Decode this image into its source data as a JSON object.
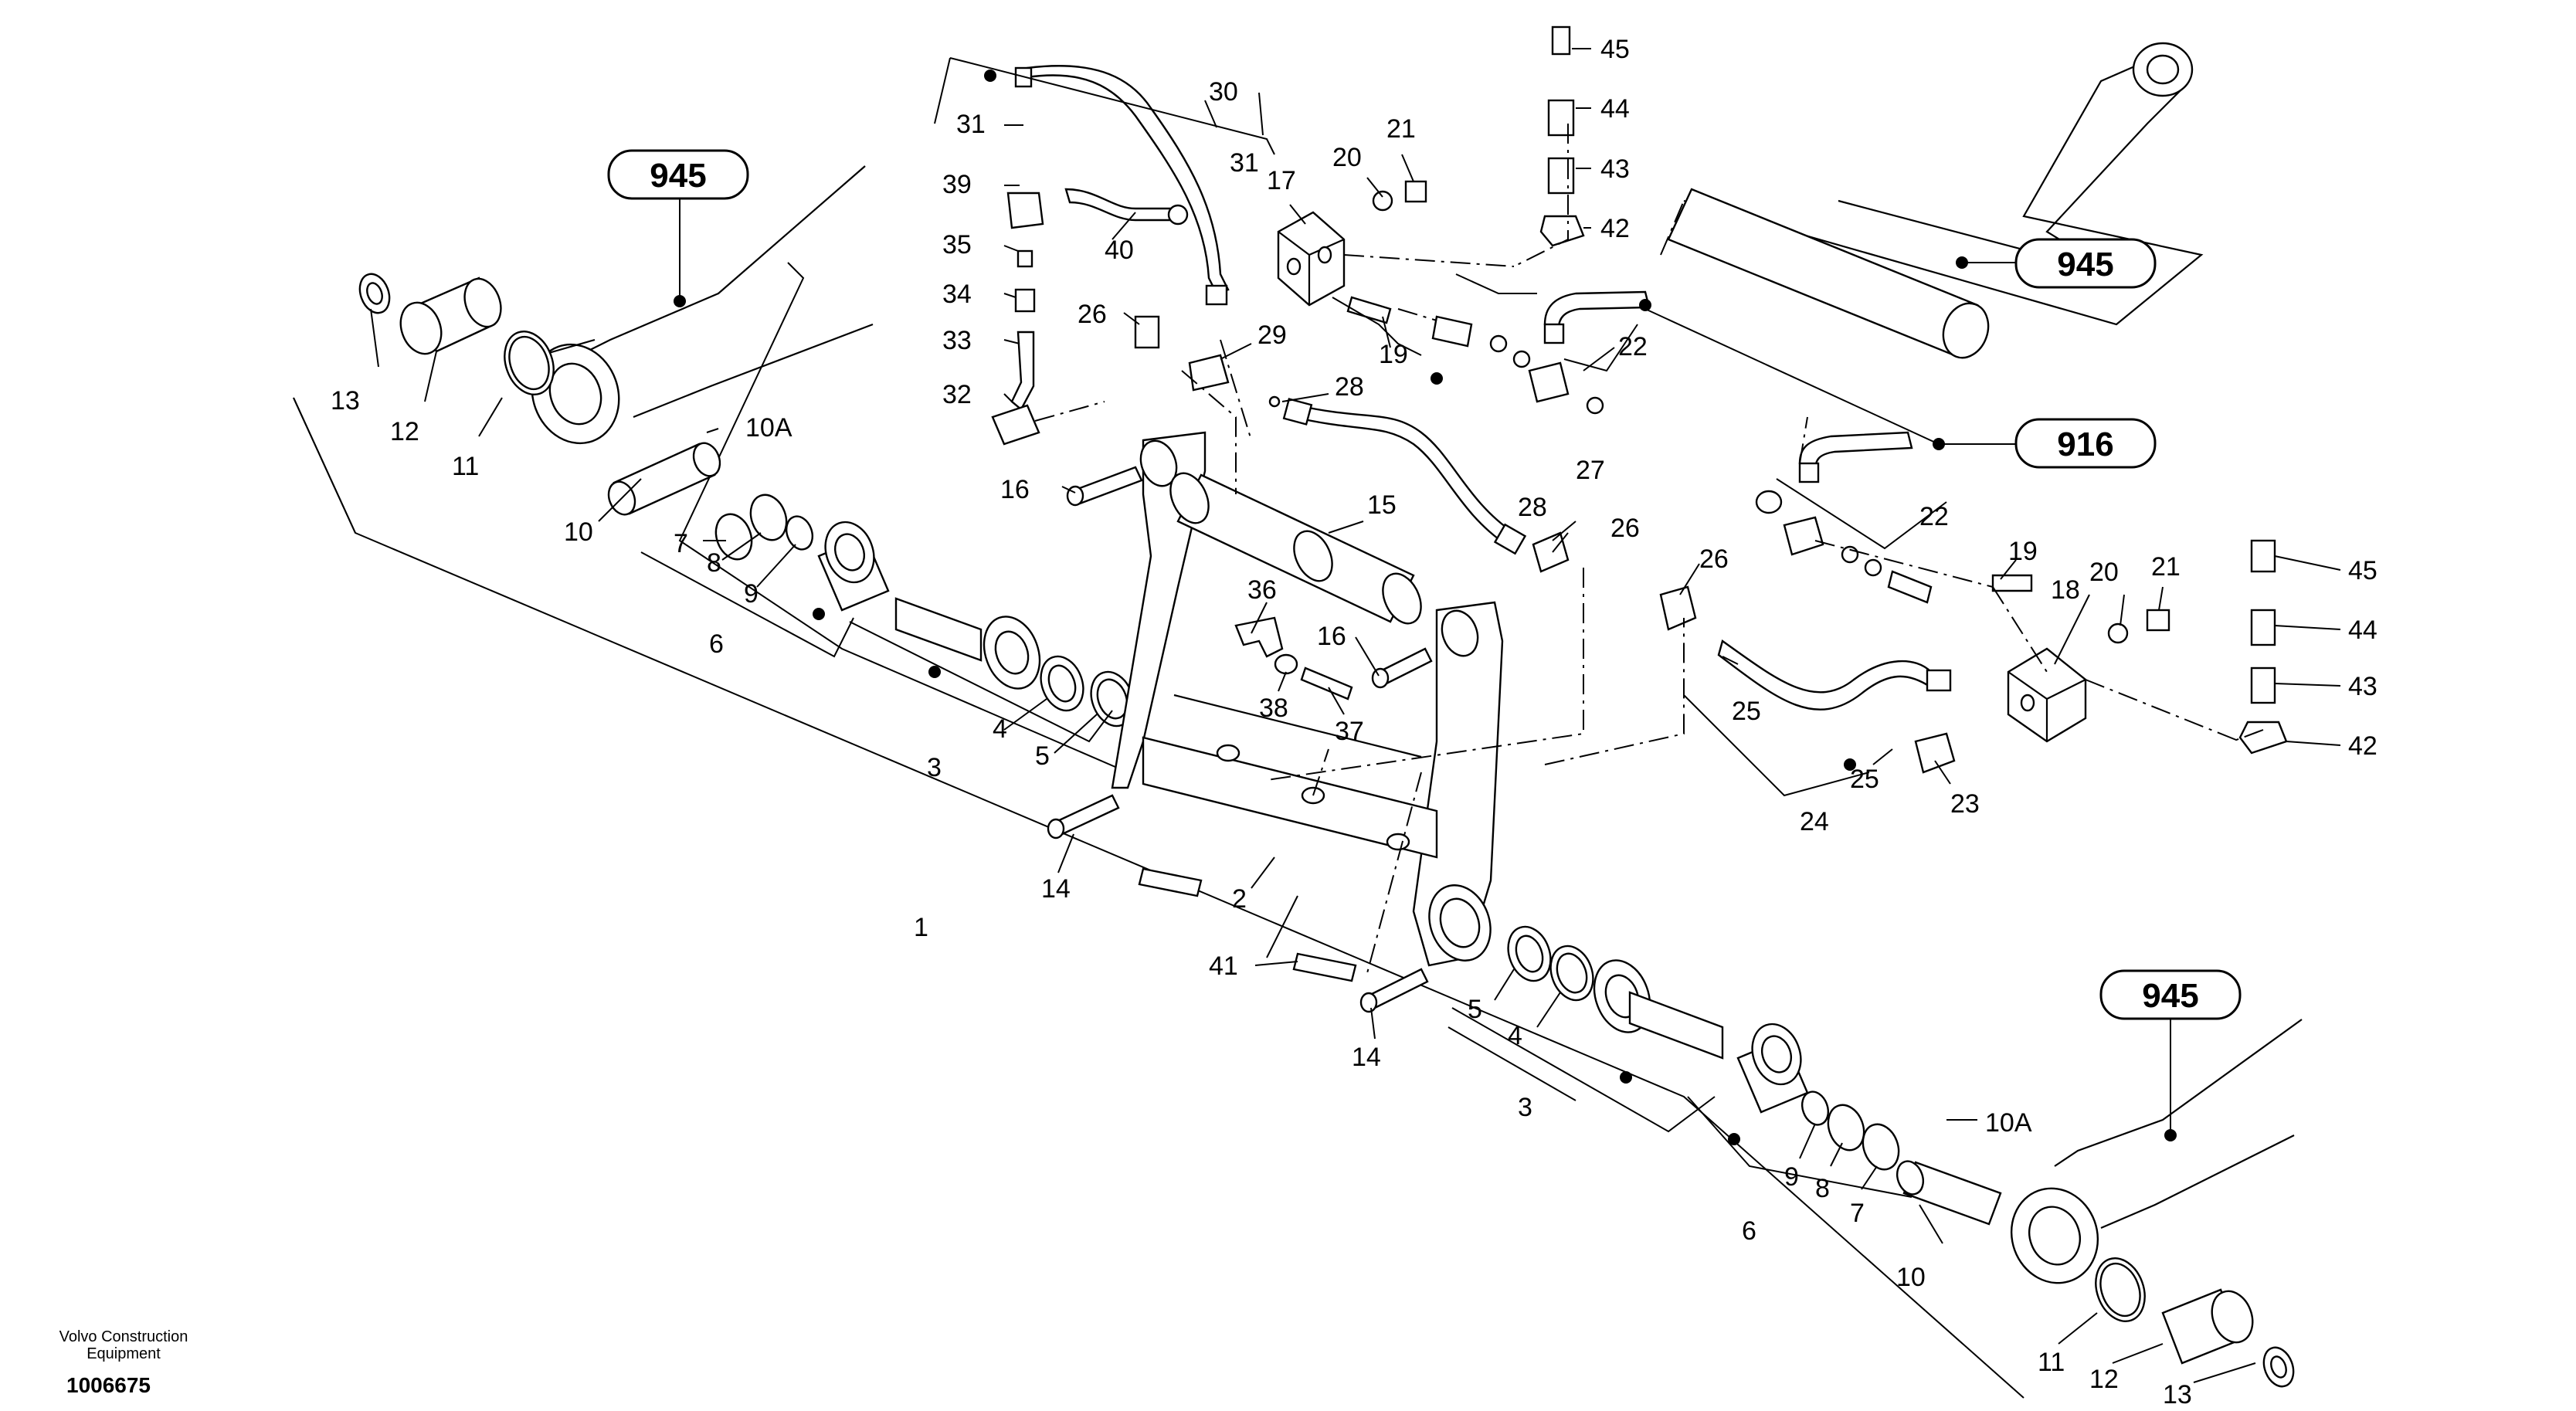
{
  "footer": {
    "brand": "Volvo Construction Equipment",
    "drawing_id": "1006675"
  },
  "references": [
    "945",
    "945",
    "916",
    "945"
  ],
  "callouts": [
    "45",
    "44",
    "43",
    "42",
    "30",
    "31",
    "31",
    "21",
    "20",
    "17",
    "39",
    "35",
    "34",
    "33",
    "32",
    "40",
    "26",
    "29",
    "19",
    "22",
    "28",
    "27",
    "13",
    "12",
    "11",
    "10A",
    "10",
    "7",
    "8",
    "9",
    "6",
    "16",
    "15",
    "36",
    "28",
    "26",
    "16",
    "38",
    "37",
    "4",
    "5",
    "3",
    "26",
    "25",
    "25",
    "24",
    "23",
    "22",
    "19",
    "20",
    "21",
    "18",
    "45",
    "44",
    "43",
    "42",
    "14",
    "2",
    "41",
    "1",
    "5",
    "4",
    "14",
    "3",
    "9",
    "8",
    "7",
    "6",
    "10A",
    "10",
    "11",
    "12",
    "13"
  ]
}
